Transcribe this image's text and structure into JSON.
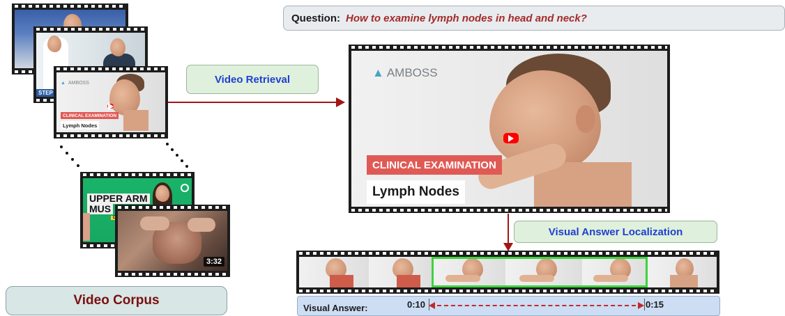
{
  "question": {
    "label": "Question:",
    "text": "How to examine lymph nodes in head and neck?"
  },
  "steps": {
    "retrieval": "Video Retrieval",
    "localization": "Visual Answer Localization"
  },
  "corpus": {
    "label": "Video Corpus",
    "thumb2_caption": "STEP",
    "arm_title_line1": "UPPER ARM",
    "arm_title_line2": "MUS",
    "arm_subtitle": "Detailed",
    "knee_duration": "3:32"
  },
  "main_video": {
    "brand": "AMBOSS",
    "banner_red": "CLINICAL EXAMINATION",
    "banner_white": "Lymph Nodes"
  },
  "answer": {
    "label": "Visual Answer:",
    "start": "0:10",
    "end": "0:15"
  },
  "colors": {
    "question_text": "#a52a2a",
    "step_text": "#1f3fd0",
    "corpus_text": "#7a1010",
    "arrow": "#a31515",
    "highlight_border": "#3cd43c",
    "banner_red": "#e05a55"
  }
}
